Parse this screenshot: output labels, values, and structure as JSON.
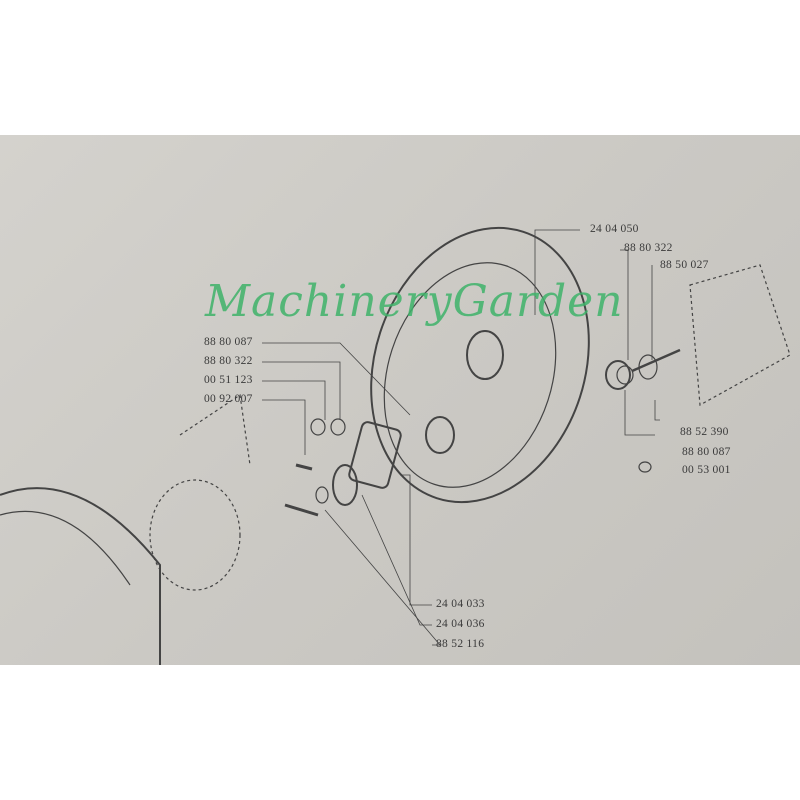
{
  "labels_right_top": [
    "24 04 050",
    "88 80 322",
    "88 50 027"
  ],
  "labels_right_bottom": [
    "88 52 390",
    "88 80 087",
    "00 53 001"
  ],
  "labels_left": [
    "88 80 087",
    "88 80 322",
    "00 51 123",
    "00 92 007"
  ],
  "labels_bottom": [
    "24 04 033",
    "24 04 036",
    "88 52 116"
  ],
  "watermark": "MachineryGarden"
}
